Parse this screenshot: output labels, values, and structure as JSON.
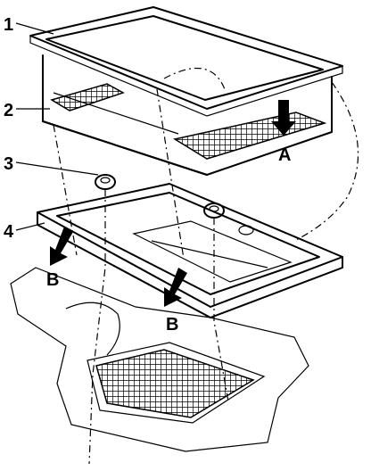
{
  "callouts": {
    "n1": "1",
    "n2": "2",
    "n3": "3",
    "n4": "4",
    "a": "A",
    "b1": "B",
    "b2": "B"
  }
}
